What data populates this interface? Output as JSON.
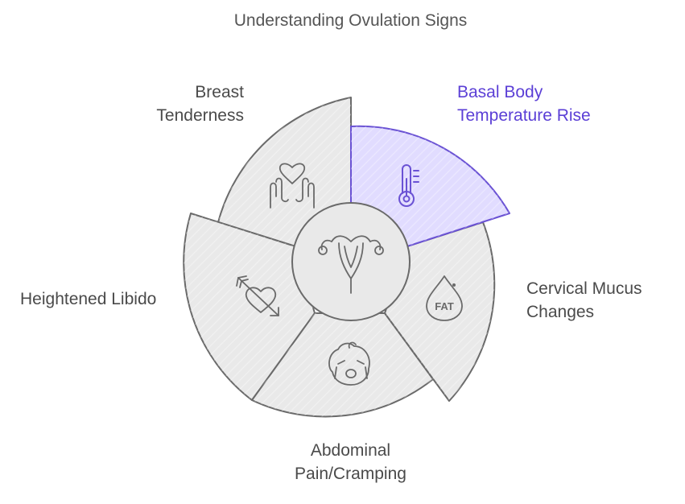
{
  "title": "Understanding Ovulation Signs",
  "colors": {
    "segment_fill": "#e9e9e9",
    "segment_stroke": "#6a6a6a",
    "highlight_fill": "#e1dcff",
    "highlight_stroke": "#6a52d4",
    "label_text": "#4a4a4a",
    "highlight_text": "#5b3fd6",
    "icon_stroke": "#6a6a6a"
  },
  "segments": [
    {
      "id": "basal",
      "lines": [
        "Basal Body",
        "Temperature Rise"
      ],
      "icon": "thermometer-icon",
      "highlighted": true
    },
    {
      "id": "mucus",
      "lines": [
        "Cervical Mucus",
        "Changes"
      ],
      "icon": "fat-drop-icon",
      "icon_text": "FAT",
      "highlighted": false
    },
    {
      "id": "pain",
      "lines": [
        "Abdominal",
        "Pain/Cramping"
      ],
      "icon": "crying-face-icon",
      "highlighted": false
    },
    {
      "id": "libido",
      "lines": [
        "Heightened Libido"
      ],
      "icon": "heart-arrow-icon",
      "highlighted": false
    },
    {
      "id": "breast",
      "lines": [
        "Breast",
        "Tenderness"
      ],
      "icon": "hands-heart-icon",
      "highlighted": false
    }
  ],
  "center": {
    "icon": "uterus-icon"
  }
}
